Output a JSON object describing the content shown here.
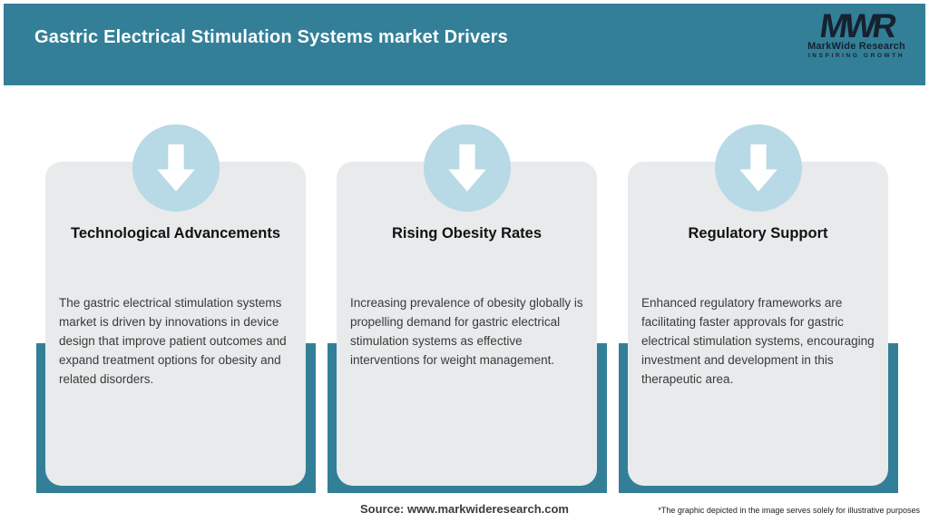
{
  "header": {
    "title": "Gastric Electrical Stimulation Systems market Drivers",
    "logo": {
      "monogram": "MWR",
      "name": "MarkWide Research",
      "tagline": "INSPIRING GROWTH"
    }
  },
  "cards": [
    {
      "icon": "down-arrow-icon",
      "title": "Technological Advancements",
      "description": "The gastric electrical stimulation systems market is driven by innovations in device design that improve patient outcomes and expand treatment options for obesity and related disorders."
    },
    {
      "icon": "down-arrow-icon",
      "title": "Rising Obesity Rates",
      "description": "Increasing prevalence of obesity globally is propelling demand for gastric electrical stimulation systems as effective interventions for weight management."
    },
    {
      "icon": "down-arrow-icon",
      "title": "Regulatory Support",
      "description": "Enhanced regulatory frameworks are facilitating faster approvals for gastric electrical stimulation systems, encouraging investment and development in this therapeutic area."
    }
  ],
  "footer": {
    "source": "Source: www.markwideresearch.com",
    "disclaimer": "*The graphic depicted in the image serves solely for illustrative purposes"
  },
  "colors": {
    "header_teal": "#337f98",
    "shadow_teal": "#337f98",
    "circle_blue": "#b8d9e6",
    "card_gray": "#e8eaeb",
    "logo_dark": "#16222e"
  }
}
